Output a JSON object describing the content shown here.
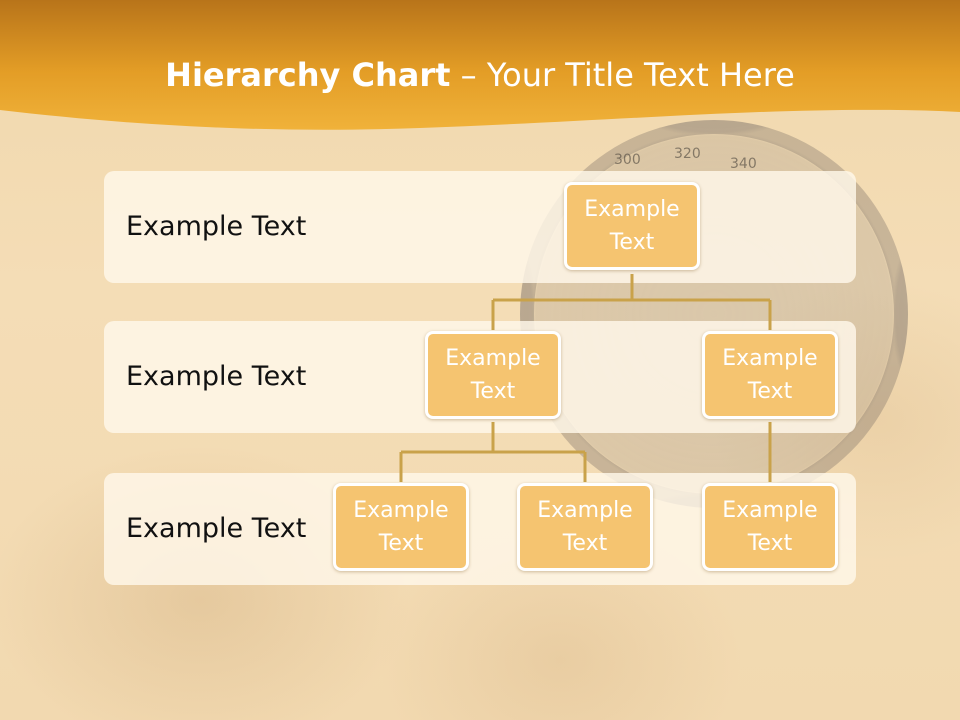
{
  "slide": {
    "title_bold": "Hierarchy Chart",
    "title_rest": " – Your Title Text Here"
  },
  "background": {
    "compass_numbers": [
      "300",
      "320",
      "340"
    ]
  },
  "levels": [
    {
      "label": "Example Text"
    },
    {
      "label": "Example Text"
    },
    {
      "label": "Example Text"
    }
  ],
  "nodes": {
    "root": "Example\nText",
    "level2_left": "Example\nText",
    "level2_right": "Example\nText",
    "level3_a": "Example\nText",
    "level3_b": "Example\nText",
    "level3_c": "Example\nText"
  },
  "colors": {
    "header": "#e9a42a",
    "node_fill": "#f5c470",
    "node_text": "#ffffff",
    "connector": "#c9a24a",
    "band": "#fff8ea"
  }
}
